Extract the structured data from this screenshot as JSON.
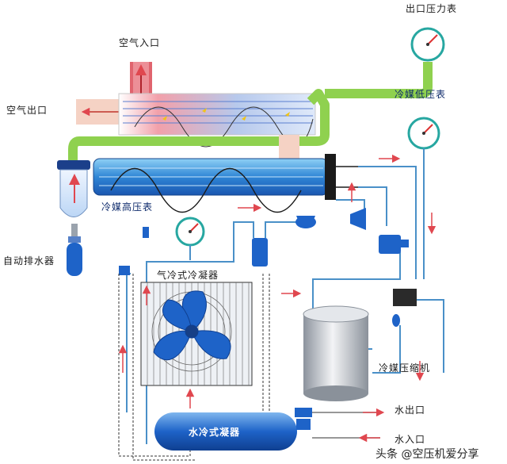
{
  "labels": {
    "outlet_pressure_gauge": "出口压力表",
    "air_inlet": "空气入口",
    "air_outlet": "空气出口",
    "refrigerant_low_pressure_gauge": "冷媒低压表",
    "refrigerant_high_pressure_gauge": "冷媒高压表",
    "auto_drain": "自动排水器",
    "air_cooled_condenser": "气冷式冷凝器",
    "refrigerant_compressor": "冷媒压缩机",
    "water_outlet": "水出口",
    "water_inlet": "水入口",
    "water_cooled_condenser": "水冷式凝器"
  },
  "watermark": "头条 @空压机爱分享",
  "colors": {
    "pipe_green": "#8fd14f",
    "vessel_blue": "#1e63c8",
    "hot_red": "#e0474f",
    "line_blue": "#4a90c8",
    "gauge_teal": "#27a7a1"
  }
}
